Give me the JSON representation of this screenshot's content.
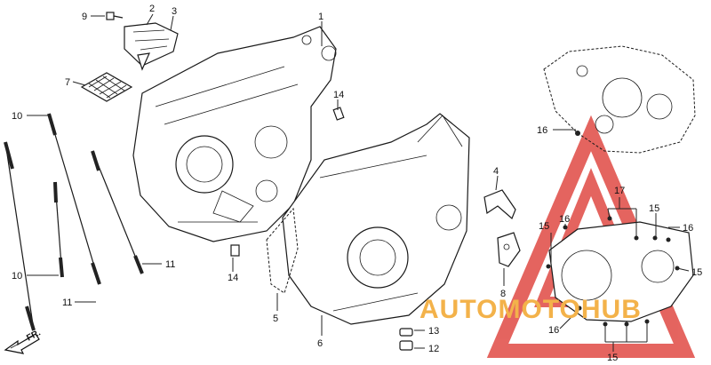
{
  "callouts": [
    {
      "text": "1"
    },
    {
      "text": "2"
    },
    {
      "text": "3"
    },
    {
      "text": "4"
    },
    {
      "text": "5"
    },
    {
      "text": "6"
    },
    {
      "text": "7"
    },
    {
      "text": "8"
    },
    {
      "text": "9"
    },
    {
      "text": "10"
    },
    {
      "text": "10"
    },
    {
      "text": "11"
    },
    {
      "text": "11"
    },
    {
      "text": "12"
    },
    {
      "text": "13"
    },
    {
      "text": "14"
    },
    {
      "text": "14"
    },
    {
      "text": "15"
    },
    {
      "text": "15"
    },
    {
      "text": "15"
    },
    {
      "text": "15"
    },
    {
      "text": "16"
    },
    {
      "text": "16"
    },
    {
      "text": "16"
    },
    {
      "text": "16"
    },
    {
      "text": "17"
    }
  ],
  "direction_arrow": {
    "text": "FR."
  },
  "watermark": {
    "text": "AUTOMOTOHUB",
    "color_main": "#f3b24a",
    "color_triangle": "#e04a44"
  }
}
